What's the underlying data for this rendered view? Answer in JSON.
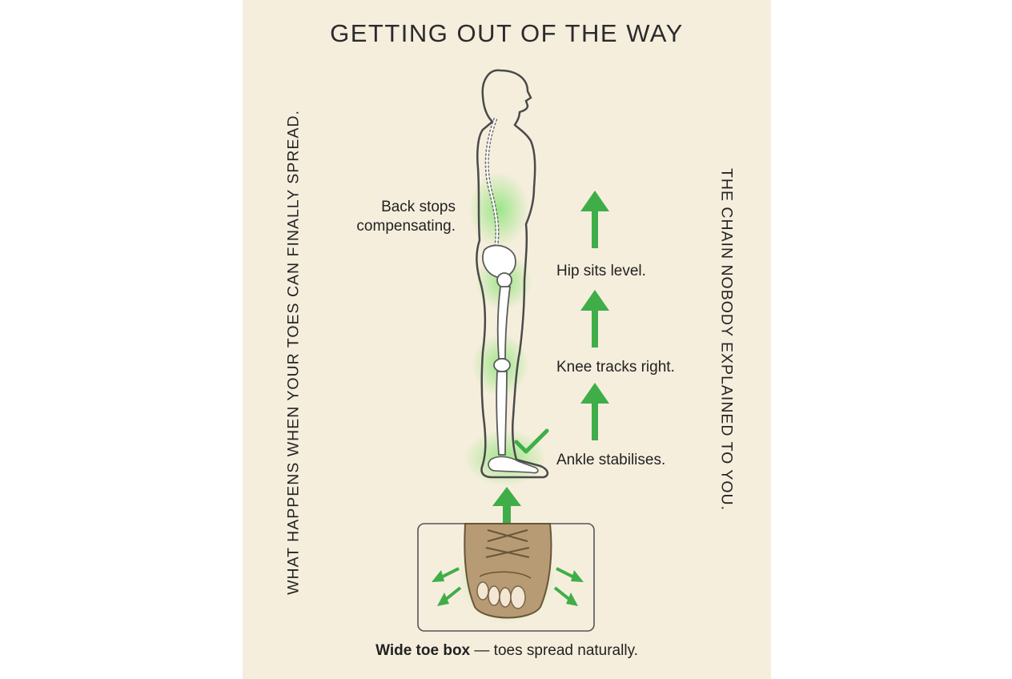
{
  "title": "GETTING OUT OF THE WAY",
  "left_vertical_text": "WHAT HAPPENS WHEN YOUR TOES CAN FINALLY SPREAD.",
  "right_vertical_text": "THE CHAIN NOBODY EXPLAINED TO YOU.",
  "labels": {
    "back": "Back stops compensating.",
    "hip": "Hip sits level.",
    "knee": "Knee tracks right.",
    "ankle": "Ankle stabilises."
  },
  "caption": {
    "bold": "Wide toe box",
    "rest": " — toes spread naturally."
  },
  "colors": {
    "background": "#f6eedd",
    "accent_green": "#3fae49",
    "glow_green": "#7de36a",
    "outline": "#4a4a4a"
  },
  "icons": [
    "up-arrow-icon",
    "check-icon",
    "spread-arrow-icon"
  ]
}
